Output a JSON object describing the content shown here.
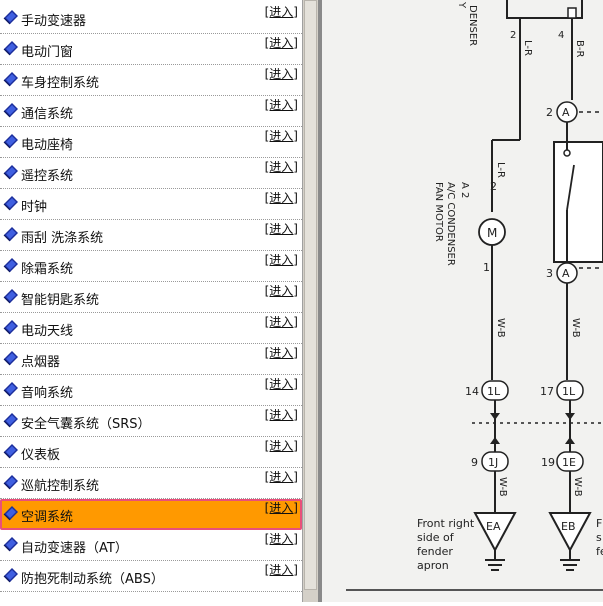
{
  "nav": {
    "action_label": "[进入]",
    "items": [
      {
        "label": "手动变速器"
      },
      {
        "label": "电动门窗"
      },
      {
        "label": "车身控制系统"
      },
      {
        "label": "通信系统"
      },
      {
        "label": "电动座椅"
      },
      {
        "label": "遥控系统"
      },
      {
        "label": "时钟"
      },
      {
        "label": "雨刮 洗涤系统"
      },
      {
        "label": "除霜系统"
      },
      {
        "label": "智能钥匙系统"
      },
      {
        "label": "电动天线"
      },
      {
        "label": "点烟器"
      },
      {
        "label": "音响系统"
      },
      {
        "label": "安全气囊系统（SRS）"
      },
      {
        "label": "仪表板"
      },
      {
        "label": "巡航控制系统"
      },
      {
        "label": "空调系统",
        "selected": true
      },
      {
        "label": "自动变速器（AT）"
      },
      {
        "label": "防抱死制动系统（ABS）"
      }
    ],
    "selected_color": "#ff9900",
    "highlight_border_color": "#e8507a"
  },
  "diagram": {
    "top_label": "DENSER",
    "top_label_2": "Y",
    "wire_lr": "L-R",
    "wire_br": "B-R",
    "wire_wb": "W-B",
    "pin_2": "2",
    "pin_4": "4",
    "pin_1": "1",
    "pin_3": "3",
    "pin_9": "9",
    "pin_14": "14",
    "pin_17": "17",
    "pin_19": "19",
    "conn_a": "A",
    "conn_1l": "1L",
    "conn_1j": "1J",
    "conn_1e": "1E",
    "motor_symbol": "M",
    "motor_id": "A 2",
    "motor_line1": "A/C CONDENSER",
    "motor_line2": "FAN MOTOR",
    "ground_ea": "EA",
    "ground_eb": "EB",
    "ground_note": [
      "Front right",
      "side of",
      "fender",
      "apron"
    ],
    "ground_note_cut": [
      "F",
      "s",
      "fe"
    ]
  }
}
